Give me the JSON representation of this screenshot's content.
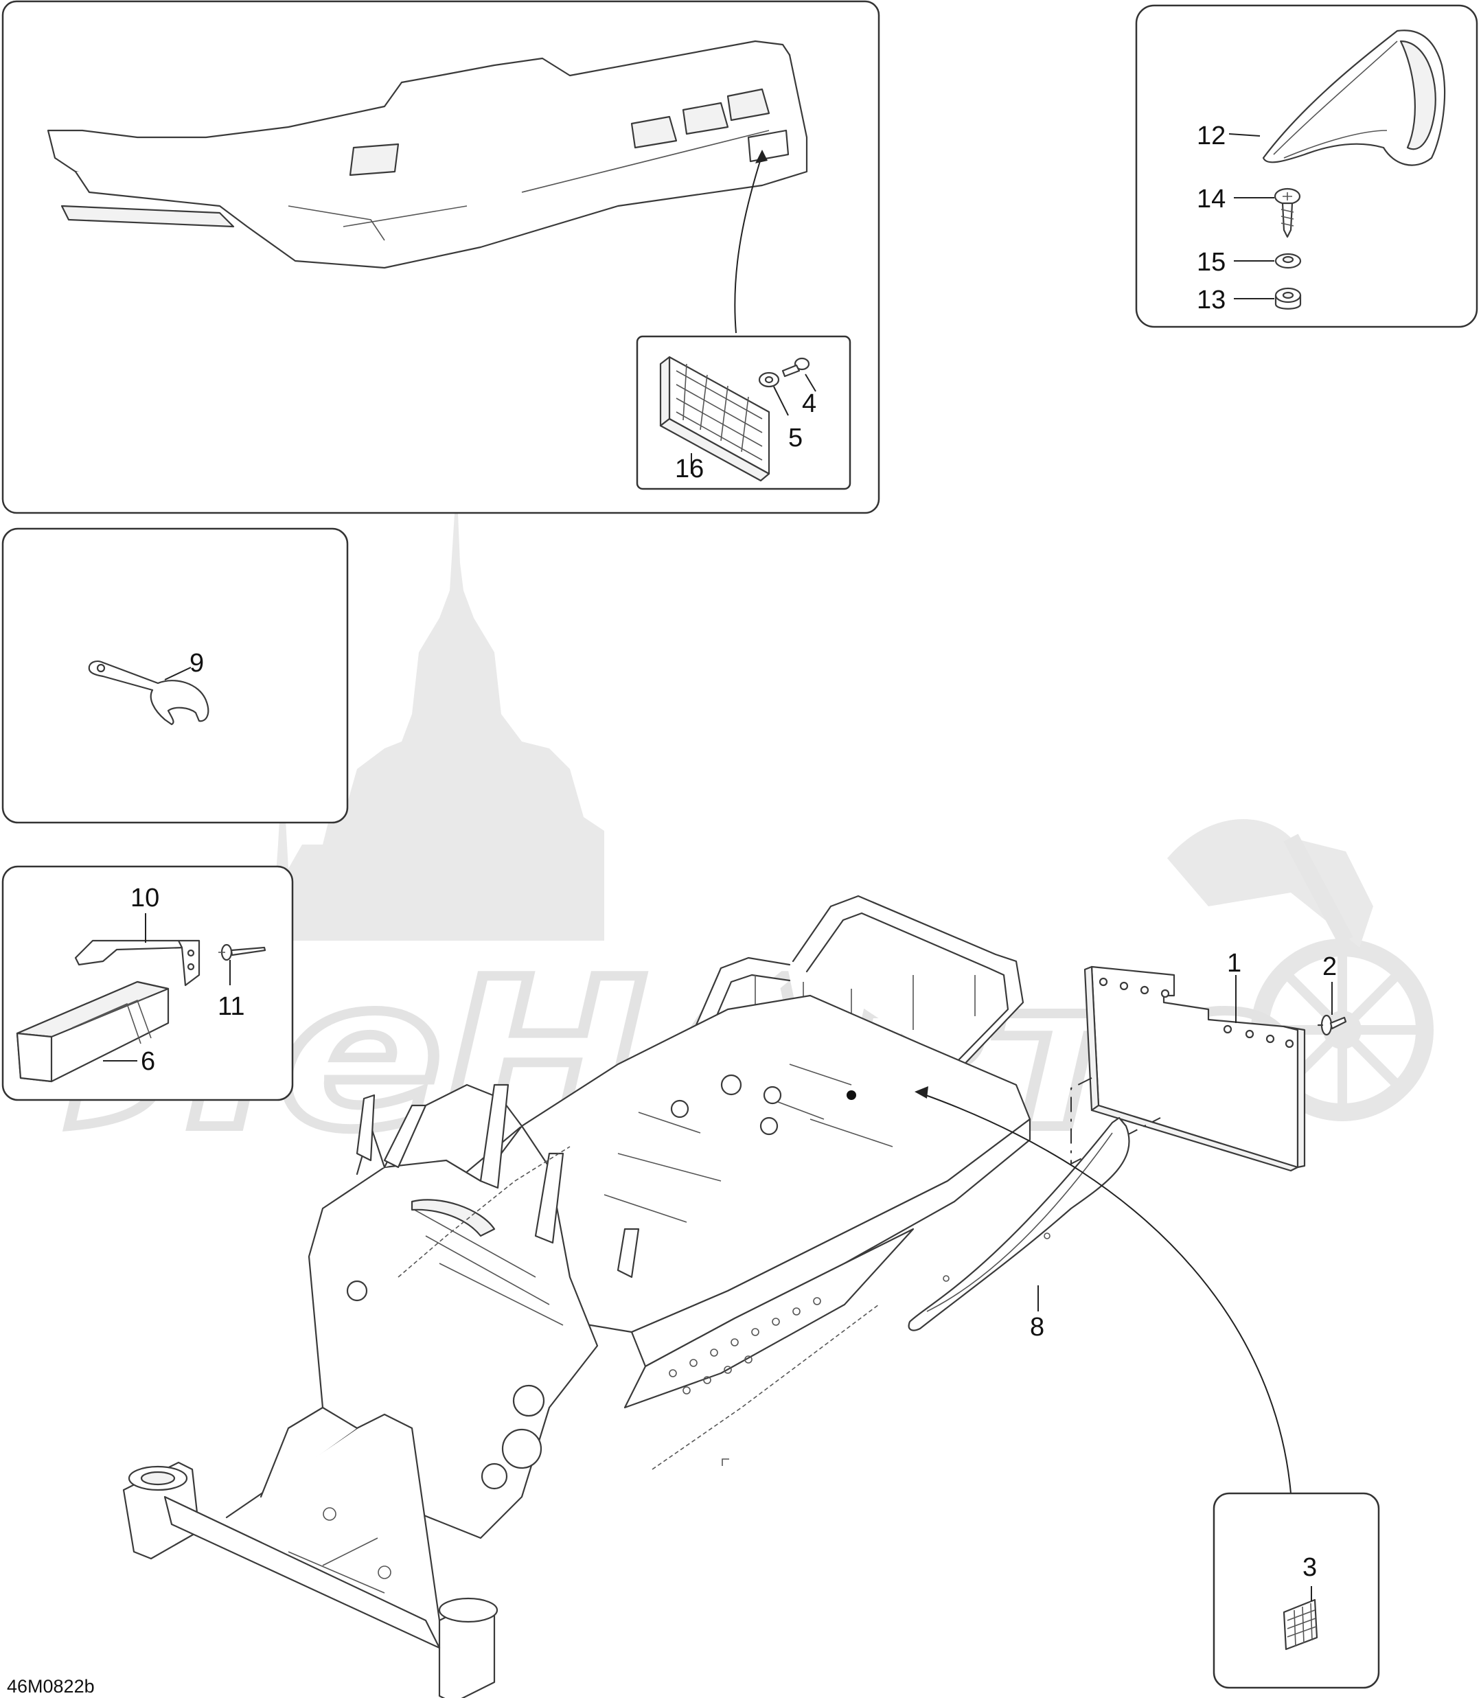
{
  "callouts": {
    "c1": "1",
    "c2": "2",
    "c3": "3",
    "c4": "4",
    "c5": "5",
    "c6": "6",
    "c8": "8",
    "c9": "9",
    "c10": "10",
    "c11": "11",
    "c12": "12",
    "c13": "13",
    "c14": "14",
    "c15": "15",
    "c16": "16"
  },
  "drawing_code": "46M0822b",
  "colors": {
    "line": "#3a3a3a",
    "panel_border": "#333333",
    "watermark": "#e9e9e9",
    "background": "#ffffff"
  }
}
